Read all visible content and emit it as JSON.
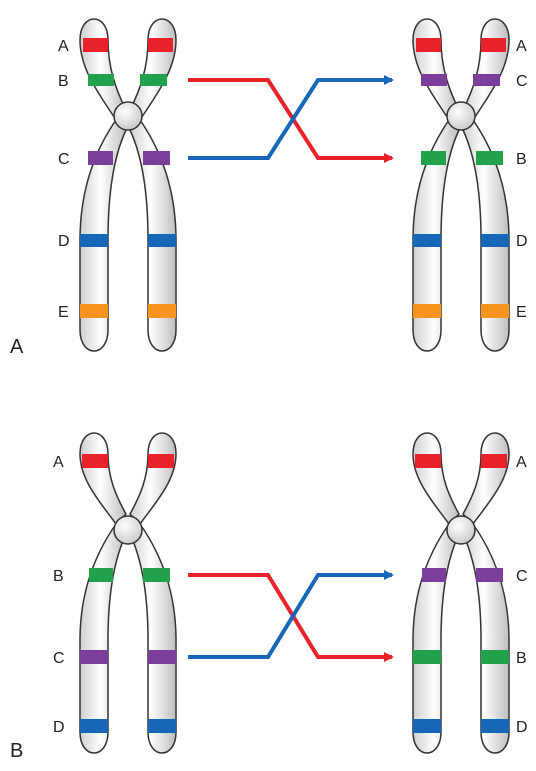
{
  "colors": {
    "red": "#e8212b",
    "green": "#22a24a",
    "purple": "#7b3f99",
    "blue": "#1767b8",
    "orange": "#f7941d",
    "arrow_red": "#e8212b",
    "arrow_blue": "#1767b8",
    "chromosome_fill": "#f2f2f2",
    "outline": "#333333"
  },
  "panels": [
    {
      "panel_label": "A",
      "left_chromosome": {
        "bands": [
          {
            "label": "A",
            "color": "red"
          },
          {
            "label": "B",
            "color": "green"
          },
          {
            "label": "C",
            "color": "purple"
          },
          {
            "label": "D",
            "color": "blue"
          },
          {
            "label": "E",
            "color": "orange"
          }
        ]
      },
      "right_chromosome": {
        "bands": [
          {
            "label": "A",
            "color": "red"
          },
          {
            "label": "C",
            "color": "purple"
          },
          {
            "label": "B",
            "color": "green"
          },
          {
            "label": "D",
            "color": "blue"
          },
          {
            "label": "E",
            "color": "orange"
          }
        ]
      }
    },
    {
      "panel_label": "B",
      "left_chromosome": {
        "bands": [
          {
            "label": "A",
            "color": "red"
          },
          {
            "label": "B",
            "color": "green"
          },
          {
            "label": "C",
            "color": "purple"
          },
          {
            "label": "D",
            "color": "blue"
          }
        ]
      },
      "right_chromosome": {
        "bands": [
          {
            "label": "A",
            "color": "red"
          },
          {
            "label": "C",
            "color": "purple"
          },
          {
            "label": "B",
            "color": "green"
          },
          {
            "label": "D",
            "color": "blue"
          }
        ]
      }
    }
  ]
}
